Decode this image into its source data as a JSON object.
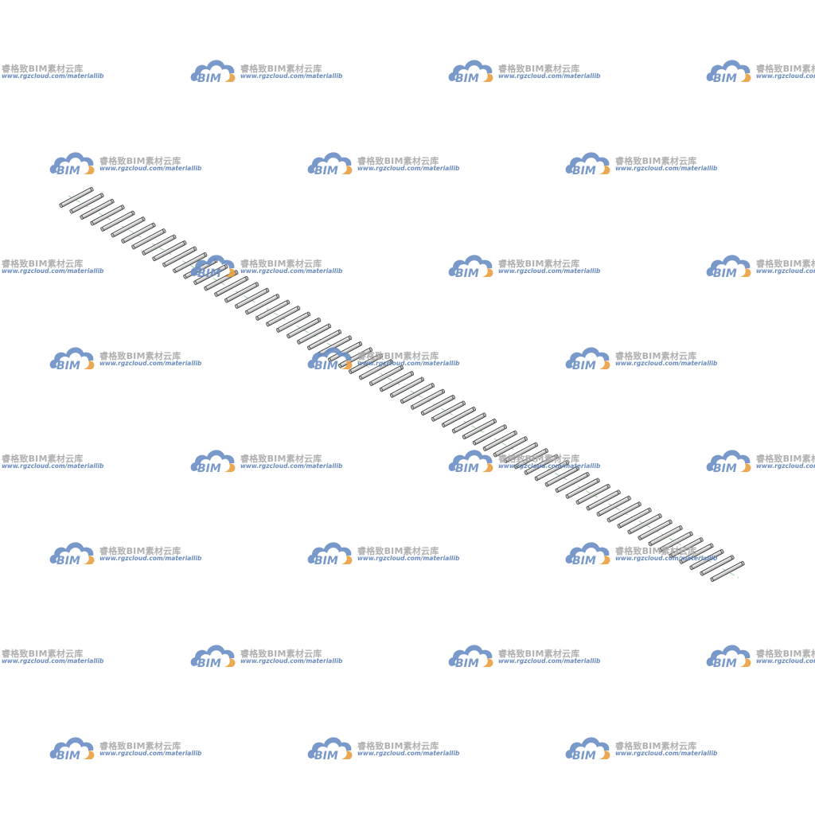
{
  "model": {
    "element_count": 64,
    "colors": {
      "rod_light": "#f2f2f2",
      "rod_mid": "#bdbdbd",
      "rod_dark": "#3a3a3a",
      "centerline": "#2e9b2e"
    }
  },
  "watermark": {
    "logo_text": "BIM",
    "title": "睿格致BIM素材云库",
    "url": "www.rgzcloud.com/materiallib",
    "colors": {
      "cloud": "#6b8fc6",
      "accent": "#e8a040",
      "title": "#a8a8a8",
      "url": "#5a7fb8"
    }
  }
}
